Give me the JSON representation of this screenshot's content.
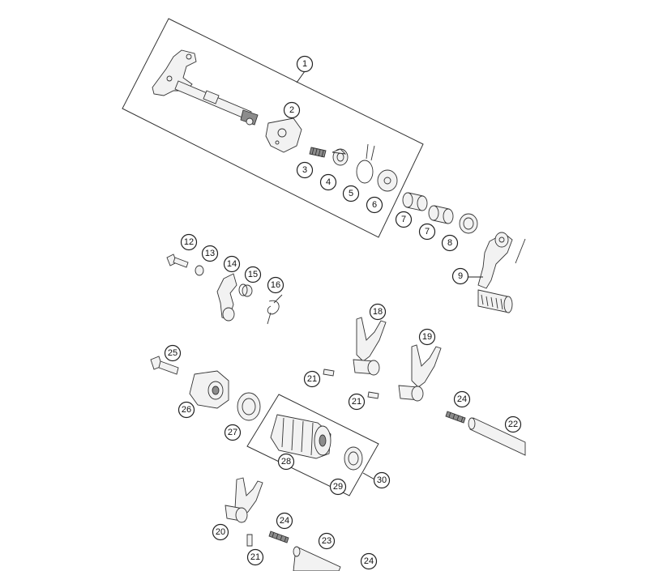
{
  "diagram": {
    "callouts": [
      {
        "id": "c1",
        "label": "1"
      },
      {
        "id": "c2",
        "label": "2"
      },
      {
        "id": "c3",
        "label": "3"
      },
      {
        "id": "c4",
        "label": "4"
      },
      {
        "id": "c5",
        "label": "5"
      },
      {
        "id": "c6",
        "label": "6"
      },
      {
        "id": "c7a",
        "label": "7"
      },
      {
        "id": "c7b",
        "label": "7"
      },
      {
        "id": "c8",
        "label": "8"
      },
      {
        "id": "c9",
        "label": "9"
      },
      {
        "id": "c12",
        "label": "12"
      },
      {
        "id": "c13",
        "label": "13"
      },
      {
        "id": "c14",
        "label": "14"
      },
      {
        "id": "c15",
        "label": "15"
      },
      {
        "id": "c16",
        "label": "16"
      },
      {
        "id": "c18",
        "label": "18"
      },
      {
        "id": "c19",
        "label": "19"
      },
      {
        "id": "c21a",
        "label": "21"
      },
      {
        "id": "c21b",
        "label": "21"
      },
      {
        "id": "c21c",
        "label": "21"
      },
      {
        "id": "c25",
        "label": "25"
      },
      {
        "id": "c26",
        "label": "26"
      },
      {
        "id": "c27",
        "label": "27"
      },
      {
        "id": "c24a",
        "label": "24"
      },
      {
        "id": "c24b",
        "label": "24"
      },
      {
        "id": "c24c",
        "label": "24"
      },
      {
        "id": "c22",
        "label": "22"
      },
      {
        "id": "c28",
        "label": "28"
      },
      {
        "id": "c29",
        "label": "29"
      },
      {
        "id": "c30",
        "label": "30"
      },
      {
        "id": "c20",
        "label": "20"
      },
      {
        "id": "c23",
        "label": "23"
      }
    ]
  }
}
